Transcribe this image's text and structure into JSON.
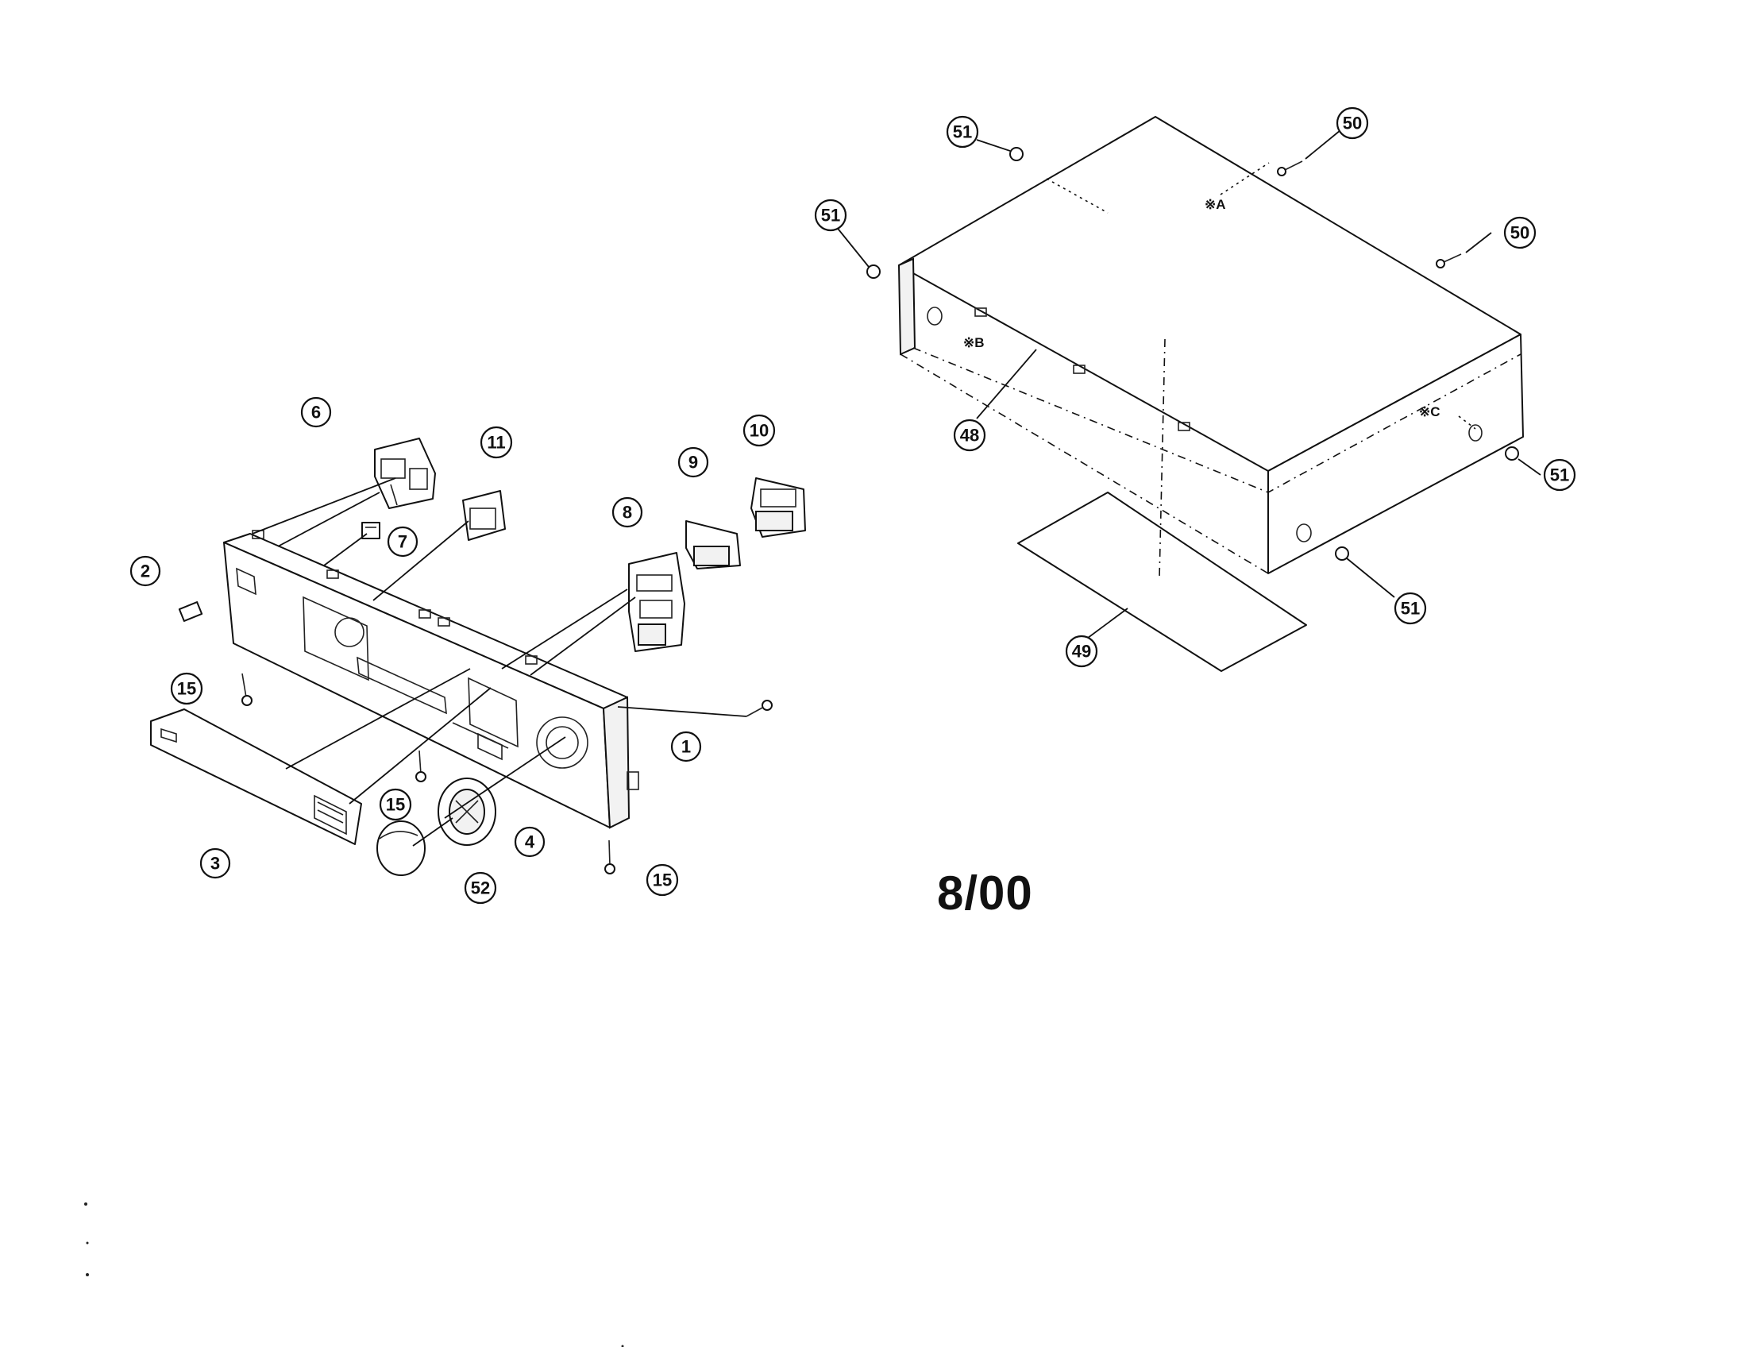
{
  "date_code": "8/00",
  "callouts": [
    {
      "id": "c1",
      "label": "1"
    },
    {
      "id": "c2",
      "label": "2"
    },
    {
      "id": "c3",
      "label": "3"
    },
    {
      "id": "c4",
      "label": "4"
    },
    {
      "id": "c6",
      "label": "6"
    },
    {
      "id": "c7",
      "label": "7"
    },
    {
      "id": "c8",
      "label": "8"
    },
    {
      "id": "c9",
      "label": "9"
    },
    {
      "id": "c10",
      "label": "10"
    },
    {
      "id": "c11",
      "label": "11"
    },
    {
      "id": "c15a",
      "label": "15"
    },
    {
      "id": "c15b",
      "label": "15"
    },
    {
      "id": "c15c",
      "label": "15"
    },
    {
      "id": "c48",
      "label": "48"
    },
    {
      "id": "c49",
      "label": "49"
    },
    {
      "id": "c50a",
      "label": "50"
    },
    {
      "id": "c50b",
      "label": "50"
    },
    {
      "id": "c51a",
      "label": "51"
    },
    {
      "id": "c51b",
      "label": "51"
    },
    {
      "id": "c51c",
      "label": "51"
    },
    {
      "id": "c51d",
      "label": "51"
    },
    {
      "id": "c52",
      "label": "52"
    }
  ],
  "reference_marks": {
    "a": "※A",
    "b": "※B",
    "c": "※C"
  }
}
